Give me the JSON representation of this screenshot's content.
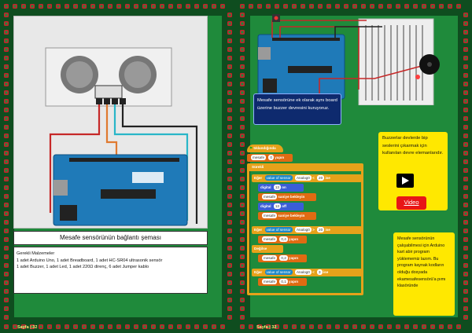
{
  "left_page": {
    "caption": "Mesafe sensörünün bağlantı şeması",
    "materials_title": "Gerekli Malzemeler",
    "materials": [
      "1 adet Arduino Uno, 1 adet Breadboard, 1 adet HC-SR04 ultrasonik sensör",
      "1 adet Buzzer, 1 adet Led, 1 adet 220Ω direnç, 6 adet Jumper kablo"
    ],
    "page_number": "Sayfa | 32"
  },
  "right_page": {
    "note_blue": "Mesafe sensörüne ek olarak aynı board üzerine buzzer devresini kuruyoruz.",
    "note_yellow_1": "Buzzerlar devlerde bip seslerini çıkarmak için kullanılan devre elemanlarıdır.",
    "video_label": "Video",
    "note_yellow_2": "Mesafe sensörünün çalışabilmesi için Arduino kart abir program yüklememiz lazım. Bu program kaynak kodların olduğu dosyada ekamesafesensörü'a pımı klasöründe",
    "page_number": "Sayfa | 32",
    "blocks": [
      {
        "text": "tıklandığında",
        "color": "c-yellow"
      },
      {
        "text": "mesafe",
        "slot": "0",
        "suffix": "yapın",
        "color": "c-orange"
      },
      {
        "text": "Sürekli",
        "color": "c-yellow"
      },
      {
        "text": "Eğer",
        "sensor": "value of sensor",
        "pin": "Analog0",
        "op": "<",
        "num": "20",
        "suffix": "ise",
        "color": "c-yellow"
      },
      {
        "text": "digital",
        "slot": "13",
        "suffix": "on",
        "color": "c-blue"
      },
      {
        "text": "mesafe",
        "suffix": "saniye bekleyin",
        "color": "c-orange"
      },
      {
        "text": "digital",
        "slot": "13",
        "suffix": "off",
        "color": "c-blue"
      },
      {
        "text": "mesafe",
        "suffix": "saniye bekleyin",
        "color": "c-orange"
      },
      {
        "text": "Eğer",
        "sensor": "value of sensor",
        "pin": "Analog0",
        "op": ">",
        "num": "20",
        "suffix": "ise",
        "color": "c-yellow"
      },
      {
        "text": "mesafe",
        "slot": "0,4",
        "suffix": "yapın",
        "color": "c-orange"
      },
      {
        "text": "Değilse",
        "color": "c-yellow"
      },
      {
        "text": "mesafe",
        "slot": "0,2",
        "suffix": "yapın",
        "color": "c-orange"
      },
      {
        "text": "Eğer",
        "sensor": "value of sensor",
        "pin": "Analog0",
        "op": "<",
        "num": "3",
        "suffix": "ise",
        "color": "c-yellow"
      },
      {
        "text": "mesafe",
        "slot": "0,1",
        "suffix": "yapın",
        "color": "c-orange"
      }
    ]
  },
  "colors": {
    "page_green": "#1f8a3b",
    "border_red": "#c9202a",
    "note_blue": "#0e2a6e",
    "note_yellow": "#ffe800",
    "video_red": "#e81616"
  }
}
